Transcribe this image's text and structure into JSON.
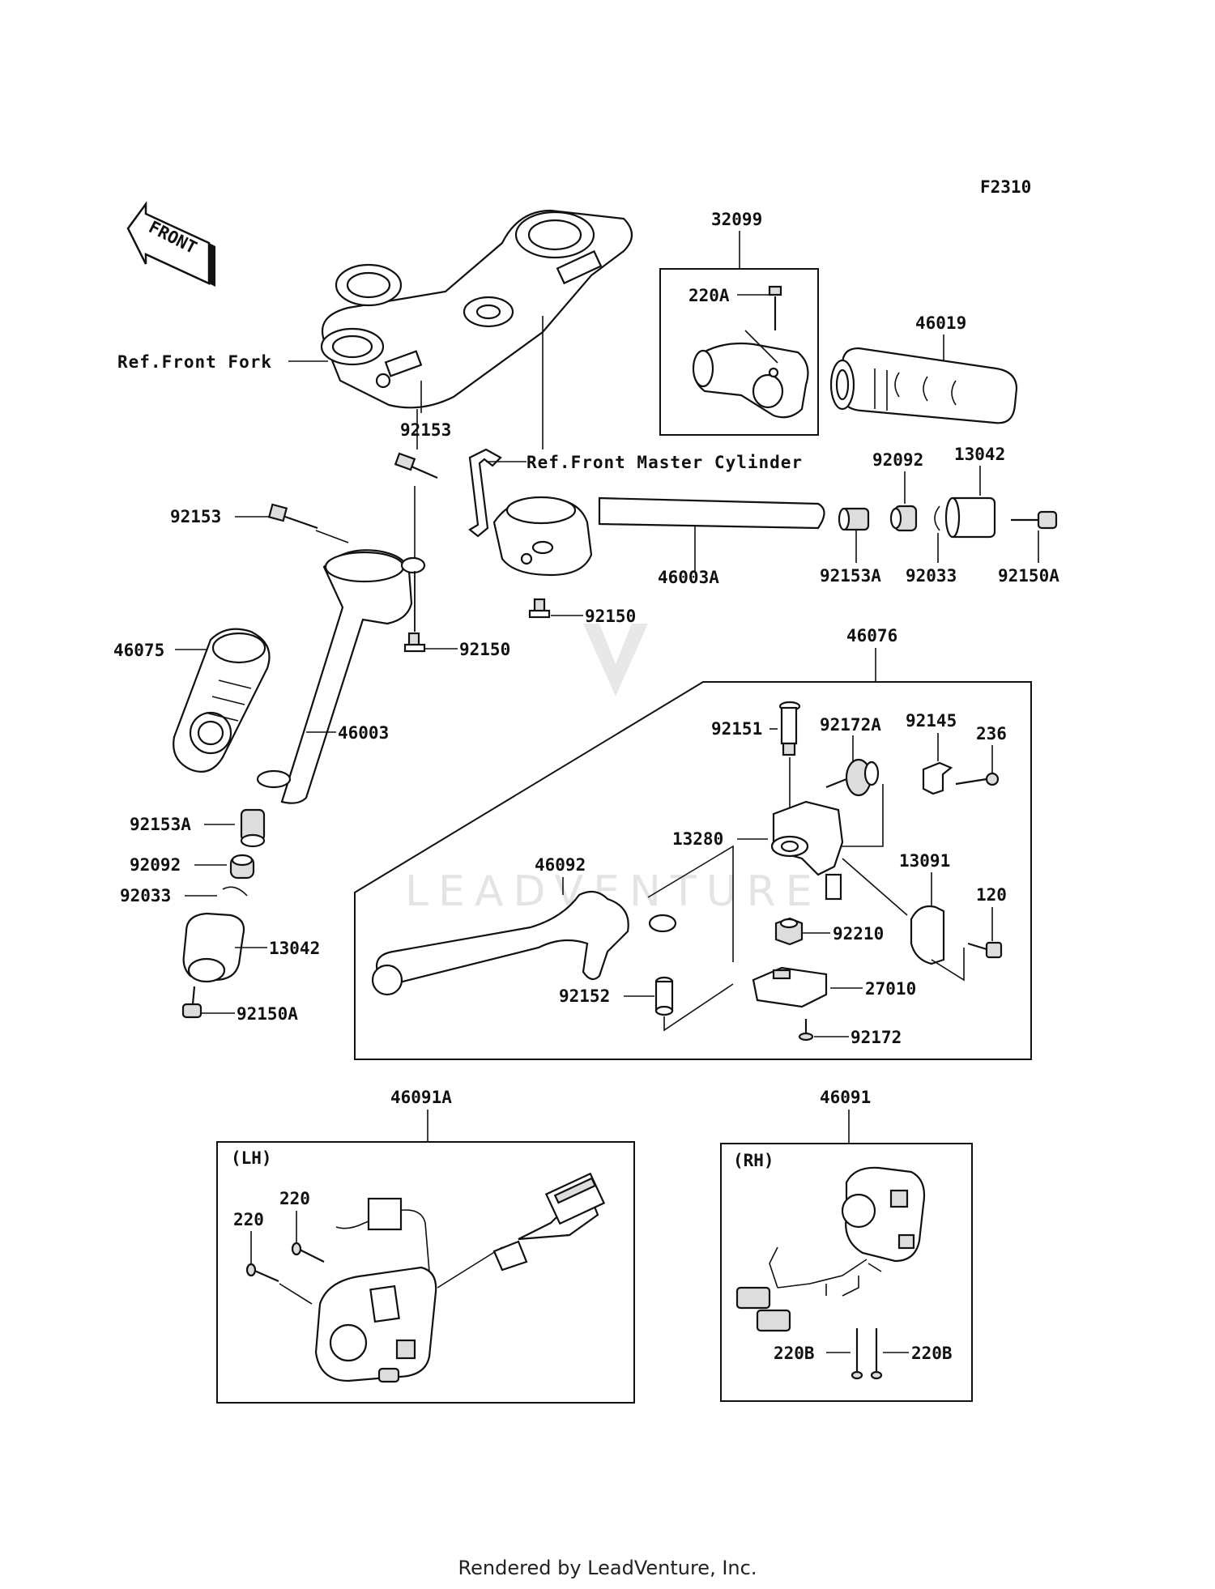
{
  "diagram": {
    "code": "F2310",
    "front_arrow": "FRONT",
    "refs": {
      "front_fork": "Ref.Front Fork",
      "front_master_cylinder": "Ref.Front Master Cylinder"
    },
    "groups": {
      "lh": "(LH)",
      "rh": "(RH)"
    },
    "parts": {
      "p32099": "32099",
      "p220A": "220A",
      "p46019": "46019",
      "p92153_top": "92153",
      "p92153_left": "92153",
      "p92092_top": "92092",
      "p13042_top": "13042",
      "p46003A": "46003A",
      "p92153A_right": "92153A",
      "p92033_right": "92033",
      "p92150A_right": "92150A",
      "p92150_mid": "92150",
      "p92150_left": "92150",
      "p46075": "46075",
      "p46003": "46003",
      "p46076": "46076",
      "p92151": "92151",
      "p92172A": "92172A",
      "p92145": "92145",
      "p236": "236",
      "p13280": "13280",
      "p13091": "13091",
      "p46092": "46092",
      "p120": "120",
      "p92210": "92210",
      "p27010": "27010",
      "p92152": "92152",
      "p92172": "92172",
      "p92153A_left": "92153A",
      "p92092_left": "92092",
      "p92033_left": "92033",
      "p13042_left": "13042",
      "p92150A_left": "92150A",
      "p46091A": "46091A",
      "p220_a": "220",
      "p220_b": "220",
      "p46091": "46091",
      "p220B_left": "220B",
      "p220B_right": "220B"
    },
    "watermark": "LEADVENTURE",
    "footer": "Rendered by LeadVenture, Inc."
  }
}
